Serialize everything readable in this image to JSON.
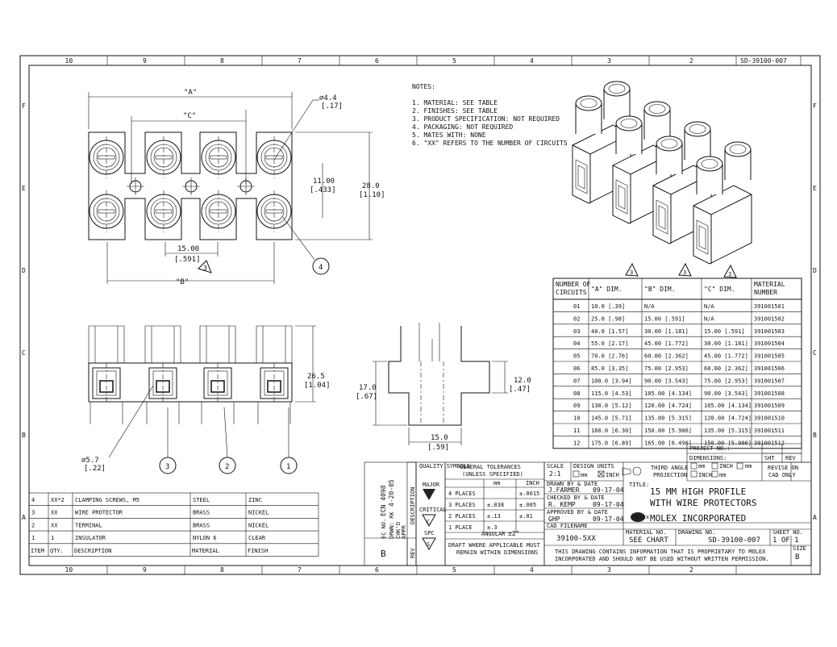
{
  "border": {
    "top_zones": [
      "10",
      "9",
      "8",
      "7",
      "6",
      "5",
      "4",
      "3",
      "2"
    ],
    "bottom_zones": [
      "10",
      "9",
      "8",
      "7",
      "6",
      "5",
      "4",
      "3",
      "2"
    ],
    "side_zones": [
      "F",
      "E",
      "D",
      "C",
      "B",
      "A"
    ],
    "doc_number_top": "SD-39100-007"
  },
  "notes": {
    "heading": "NOTES:",
    "items": [
      "1. MATERIAL: SEE TABLE",
      "2. FINISHES: SEE TABLE",
      "3. PRODUCT SPECIFICATION: NOT REQUIRED",
      "4. PACKAGING: NOT REQUIRED",
      "5. MATES WITH: NONE",
      "6. \"XX\" REFERS TO THE NUMBER OF CIRCUITS"
    ]
  },
  "top_view": {
    "dim_a": "\"A\"",
    "dim_c": "\"C\"",
    "dim_b": "\"B\"",
    "hole_dia": "∅4.4",
    "hole_dia_in": "[.17]",
    "dim_11": "11.00",
    "dim_11_in": "[.433]",
    "dim_28": "28.0",
    "dim_28_in": "[1.10]",
    "dim_15": "15.00",
    "dim_15_in": "[.591]",
    "flag_3": "3",
    "balloon_4": "4"
  },
  "front_view": {
    "dim_265": "26.5",
    "dim_265_in": "[1.04]",
    "dia_57": "∅5.7",
    "dia_57_in": "[.22]",
    "balloons": [
      "3",
      "2",
      "1"
    ]
  },
  "side_view": {
    "dim_17": "17.0",
    "dim_17_in": "[.67]",
    "dim_12": "12.0",
    "dim_12_in": "[.47]",
    "dim_15": "15.0",
    "dim_15_in": "[.59]"
  },
  "iso_flags": [
    "3",
    "3",
    "3"
  ],
  "circuits_table": {
    "headers": [
      [
        "NUMBER OF",
        "CIRCUITS"
      ],
      [
        "\"A\" DIM."
      ],
      [
        "\"B\" DIM."
      ],
      [
        "\"C\" DIM."
      ],
      [
        "MATERIAL",
        "NUMBER"
      ]
    ],
    "rows": [
      [
        "01",
        "10.0 [.39]",
        "N/A",
        "N/A",
        "391001501"
      ],
      [
        "02",
        "25.0 [.98]",
        "15.00 [.591]",
        "N/A",
        "391001502"
      ],
      [
        "03",
        "40.0 [1.57]",
        "30.00 [1.181]",
        "15.00 [.591]",
        "391001503"
      ],
      [
        "04",
        "55.0 [2.17]",
        "45.00 [1.772]",
        "30.00 [1.181]",
        "391001504"
      ],
      [
        "05",
        "70.0 [2.76]",
        "60.00 [2.362]",
        "45.00 [1.772]",
        "391001505"
      ],
      [
        "06",
        "85.0 [3.35]",
        "75.00 [2.953]",
        "60.00 [2.362]",
        "391001506"
      ],
      [
        "07",
        "100.0 [3.94]",
        "90.00 [3.543]",
        "75.00 [2.953]",
        "391001507"
      ],
      [
        "08",
        "115.0 [4.53]",
        "105.00 [4.134]",
        "90.00 [3.543]",
        "391001508"
      ],
      [
        "09",
        "130.0 [5.12]",
        "120.00 [4.724]",
        "105.00 [4.134]",
        "391001509"
      ],
      [
        "10",
        "145.0 [5.71]",
        "135.00 [5.315]",
        "120.00 [4.724]",
        "391001510"
      ],
      [
        "11",
        "160.0 [6.30]",
        "150.00 [5.906]",
        "135.00 [5.315]",
        "391001511"
      ],
      [
        "12",
        "175.0 [6.89]",
        "165.00 [6.496]",
        "150.00 [5.906]",
        "391001512"
      ]
    ]
  },
  "bom": {
    "headers": [
      "ITEM",
      "QTY.",
      "DESCRIPTION",
      "MATERIAL",
      "FINISH"
    ],
    "rows": [
      [
        "4",
        "XX*2",
        "CLAMPING SCREWS, M5",
        "STEEL",
        "ZINC"
      ],
      [
        "3",
        "XX",
        "WIRE PROTECTOR",
        "BRASS",
        "NICKEL"
      ],
      [
        "2",
        "XX",
        "TERMINAL",
        "BRASS",
        "NICKEL"
      ],
      [
        "1",
        "1",
        "INSULATOR",
        "NYLON 6",
        "CLEAR"
      ]
    ]
  },
  "revision": {
    "ecn": "ECN 4098",
    "ec_no": "EC NO.",
    "drwn": "DRWN: RK",
    "date": "4-20-05",
    "chk": "CHK'D",
    "appr": "APPR",
    "rev_letter": "B",
    "description_label": "DESCRIPTION",
    "rev_label": "REV"
  },
  "symbols": {
    "label": "QUALITY SYMBOLS",
    "major": "MAJOR",
    "critical": "CRITICAL",
    "spc": "SPC"
  },
  "tolerances": {
    "title": "GENERAL TOLERANCES",
    "subtitle": "(UNLESS SPECIFIED)",
    "col_mm": "mm",
    "col_inch": "INCH",
    "rows": [
      [
        "4 PLACES",
        "",
        "±.0015"
      ],
      [
        "3 PLACES",
        "±.038",
        "±.005"
      ],
      [
        "2 PLACES",
        "±.13",
        "±.01"
      ],
      [
        "1 PLACE",
        "±.3",
        ""
      ]
    ],
    "angular_label": "ANGULAR",
    "angular_val": "±2°",
    "draft": "DRAFT WHERE APPLICABLE MUST",
    "draft2": "REMAIN WITHIN DIMENSIONS"
  },
  "title_block": {
    "scale_label": "SCALE",
    "scale": "2:1",
    "design_units_label": "DESIGN UNITS",
    "unit_mm": "mm",
    "unit_inch": "INCH",
    "third_angle": "THIRD ANGLE",
    "projection": "PROJECTION",
    "drawn_label": "DRAWN BY & DATE",
    "drawn_by": "J.FARMER",
    "drawn_date": "09-17-04",
    "checked_label": "CHECKED BY & DATE",
    "checked_by": "R. KEMP",
    "checked_date": "09-17-04",
    "approved_label": "APPROVED BY & DATE",
    "approved_by": "GHP",
    "approved_date": "09-17-04",
    "title_label": "TITLE:",
    "title1": "15 MM HIGH PROFILE",
    "title2": "WITH WIRE PROTECTORS",
    "company": "MOLEX INCORPORATED",
    "project_label": "PROJECT NO.:",
    "dimensions_label": "DIMENSIONS:",
    "sht_label": "SHT",
    "rev_label": "REV",
    "rev_cad": "REVISE ON",
    "rev_cad2": "CAD ONLY",
    "filename_label": "CAD FILENAME",
    "filename": "39100-5XX",
    "material_label": "MATERIAL NO.",
    "material": "SEE CHART",
    "drawing_label": "DRAWING NO.",
    "drawing": "SD-39100-007",
    "sheet_label": "SHEET NO.",
    "sheet": "1 OF 1",
    "size_label": "SIZE",
    "size": "B",
    "proprietary1": "THIS DRAWING CONTAINS INFORMATION THAT IS PROPRIETARY TO MOLEX",
    "proprietary2": "INCORPORATED AND SHOULD NOT BE USED WITHOUT WRITTEN PERMISSION."
  }
}
